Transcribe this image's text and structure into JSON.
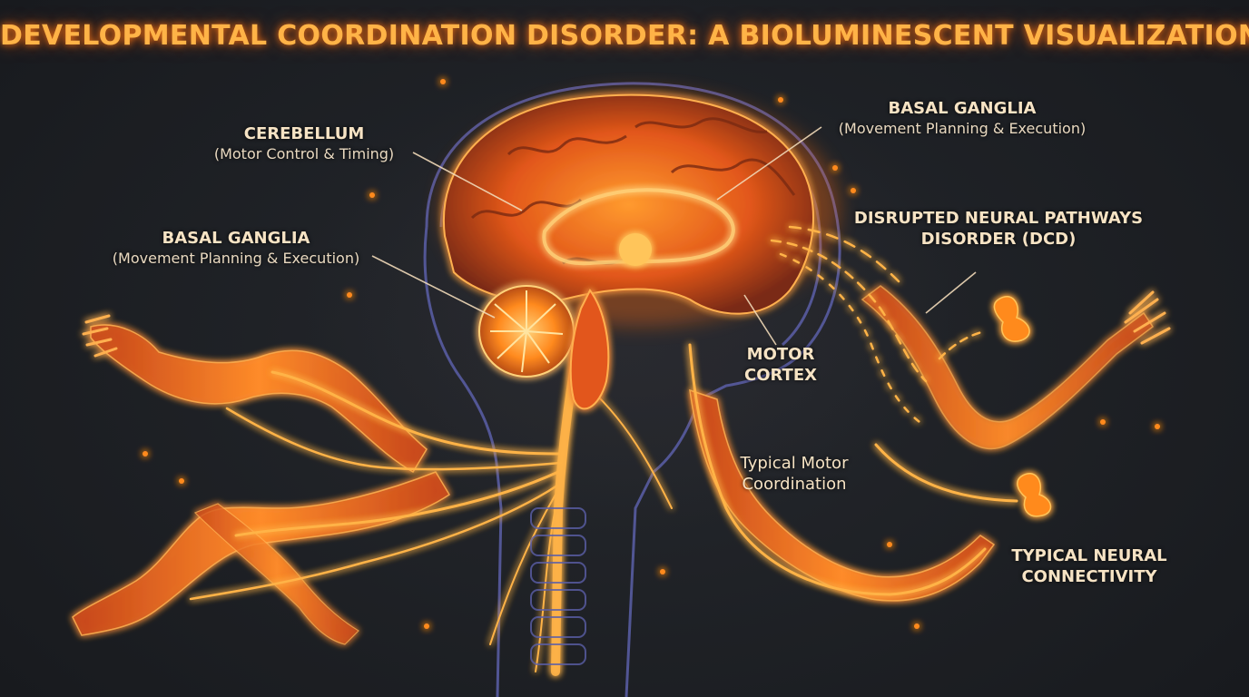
{
  "title": "DEVELOPMENTAL COORDINATION DISORDER: A BIOLUMINESCENT VISUALIZATION",
  "colors": {
    "background": "#1e2125",
    "glow_orange": "#ff7a1a",
    "glow_yellow": "#ffc55a",
    "body_outline": "#5b5fa8",
    "title": "#ffb347"
  },
  "labels": {
    "cerebellum": {
      "heading": "CEREBELLUM",
      "sub": "(Motor Control & Timing)"
    },
    "basal_ganglia_left": {
      "heading": "BASAL GANGLIA",
      "sub": "(Movement Planning & Execution)"
    },
    "basal_ganglia_right": {
      "heading": "BASAL GANGLIA",
      "sub": "(Movement Planning & Execution)"
    },
    "disrupted": {
      "line1": "DISRUPTED NEURAL PATHWAYS",
      "line2": "DISORDER (DCD)"
    },
    "motor_cortex": {
      "line1": "MOTOR",
      "line2": "CORTEX"
    },
    "typical_motor": {
      "line1": "Typical Motor",
      "line2": "Coordination"
    },
    "typical_neural": {
      "line1": "TYPICAL NEURAL",
      "line2": "CONNECTIVITY"
    }
  }
}
